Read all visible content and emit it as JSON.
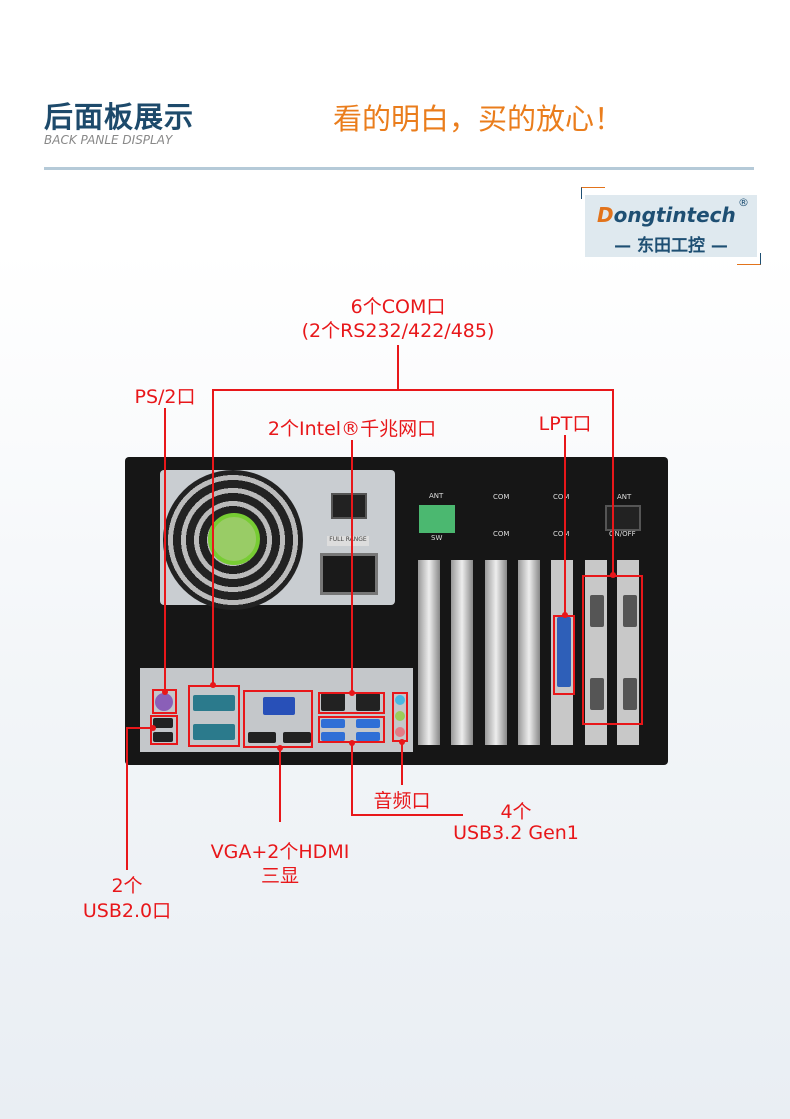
{
  "header": {
    "title": "后面板展示",
    "subtitle": "BACK PANLE DISPLAY",
    "slogan": "看的明白，买的放心！"
  },
  "logo": {
    "brand_d": "D",
    "brand_rest": "ongtintech",
    "brand_cn": "— 东田工控 —",
    "registered": "®"
  },
  "panel_markings": {
    "ant": "ANT",
    "sw": "SW",
    "com": "COM",
    "on_off": "ON/OFF",
    "full_range": "FULL RANGE"
  },
  "annotations": {
    "com_line1": "6个COM口",
    "com_line2": "(2个RS232/422/485)",
    "ps2": "PS/2口",
    "lan": "2个Intel®千兆网口",
    "lpt": "LPT口",
    "audio": "音频口",
    "usb3_line1": "4个",
    "usb3_line2": "USB3.2 Gen1",
    "video_line1": "VGA+2个HDMI",
    "video_line2": "三显",
    "usb2_line1": "2个",
    "usb2_line2": "USB2.0口"
  },
  "colors": {
    "accent_red": "#e8171a",
    "title_blue": "#1d4a6b",
    "slogan_orange": "#ea7d1c"
  }
}
